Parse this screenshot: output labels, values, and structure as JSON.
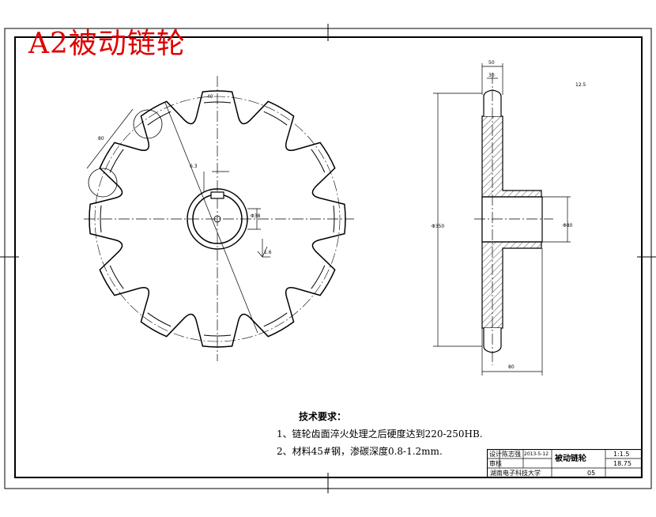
{
  "title": "A2被动链轮",
  "notes": {
    "heading": "技术要求：",
    "items": [
      "1、链轮齿面淬火处理之后硬度达到220-250HB.",
      "2、材料45#钢，渗碳深度0.8-1.2mm."
    ]
  },
  "title_block": {
    "designer_label": "设计",
    "designer_name": "陈志强",
    "date": "2013-5-12",
    "checker_label": "审核",
    "part_name": "被动链轮",
    "scale": "1:1.5",
    "quantity": "18.75",
    "school": "湖南电子科技大学",
    "drawing_no": "05"
  },
  "dims": {
    "pitch": "40",
    "pitch_circle": "80",
    "keyway": "6.3",
    "bore": "Φ38",
    "roughness_left": "1.6",
    "hub_top": "50",
    "hub_top_inner": "30",
    "outer_dia": "Φ350",
    "hub_dia": "Φ80",
    "hub_len": "80",
    "roughness_right": "12.5"
  },
  "colors": {
    "title": "#e00000",
    "line": "#000000"
  }
}
